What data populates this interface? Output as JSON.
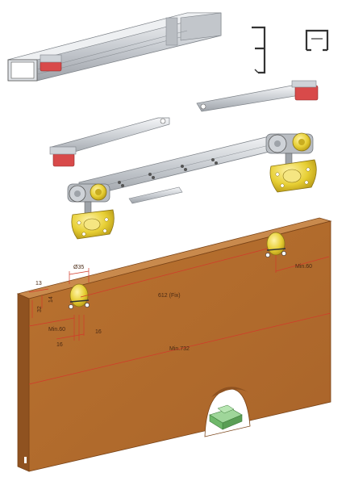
{
  "dimensions": {
    "dia": "Ø35",
    "d13": "13",
    "d32": "32",
    "d14": "14",
    "min60_left": "Min.60",
    "min60_right": "Min.60",
    "d16_left": "16",
    "d16_right": "16",
    "fix": "612 (Fix)",
    "min732": "Min.732"
  },
  "colors": {
    "door_front": "#b26b2c",
    "door_top": "#c98a4d",
    "door_side": "#8f5220",
    "aluminium": "#d6d9dd",
    "brass": "#e7cf34",
    "stopper_red": "#d84a4a",
    "guide_green": "#6fb86a",
    "dim_line": "#d23a2a"
  }
}
